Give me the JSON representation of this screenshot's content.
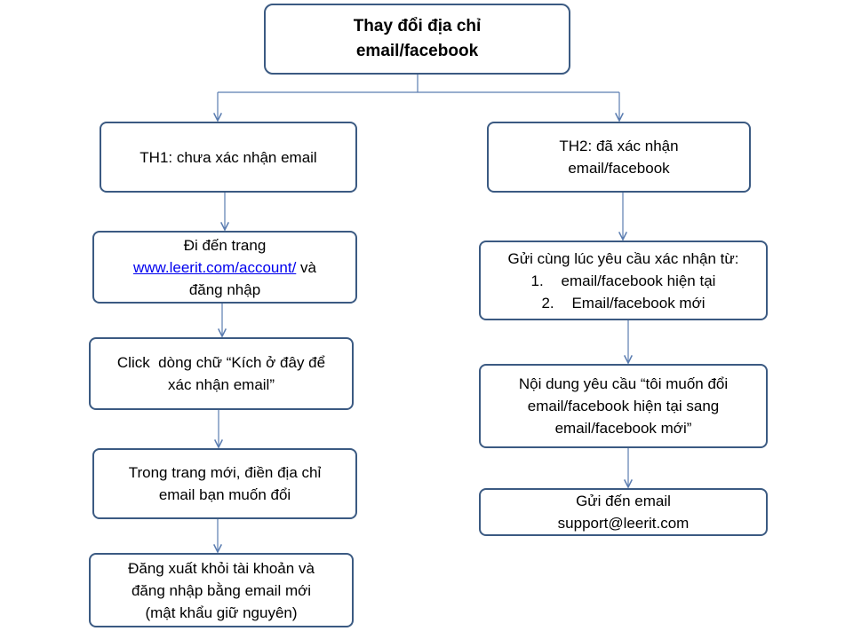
{
  "title": {
    "line1": "Thay đổi địa chỉ",
    "line2": "email/facebook"
  },
  "case1": {
    "header": "TH1: chưa xác nhận email",
    "step1": {
      "line1": "Đi đến trang",
      "link": "www.leerit.com/account/",
      "link_suffix": " và",
      "line3": "đăng nhập"
    },
    "step2": {
      "line1": "Click  dòng chữ “Kích ở đây để",
      "line2": "xác nhận email”"
    },
    "step3": {
      "line1": "Trong trang mới, điền địa chỉ",
      "line2": "email bạn muốn đổi"
    },
    "step4": {
      "line1": "Đăng xuất khỏi tài khoản và",
      "line2": "đăng nhập bằng email mới",
      "line3": "(mật khẩu giữ nguyên)"
    }
  },
  "case2": {
    "header": {
      "line1": "TH2: đã xác nhận",
      "line2": "email/facebook"
    },
    "step1": {
      "line1": "Gửi cùng lúc yêu cầu xác nhận từ:",
      "items": [
        {
          "num": "1.",
          "text": "email/facebook hiện tại"
        },
        {
          "num": "2.",
          "text": "Email/facebook mới"
        }
      ]
    },
    "step2": {
      "line1": "Nội dung yêu cầu “tôi muốn đổi",
      "line2": "email/facebook hiện tại sang",
      "line3": "email/facebook mới”"
    },
    "step3": {
      "line1": "Gửi đến email",
      "line2": "support@leerit.com"
    }
  },
  "colors": {
    "box_border": "#3b5a82",
    "connector": "#5b7db1",
    "link": "#0000ee"
  }
}
